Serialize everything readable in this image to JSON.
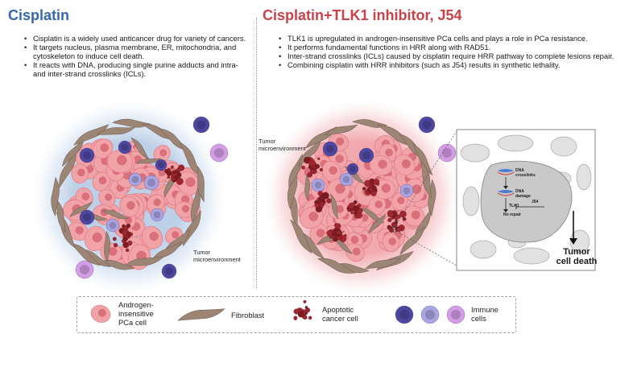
{
  "left_panel": {
    "title": "Cisplatin",
    "bullets": [
      "Cisplatin is a widely used anticancer drug for variety of cancers.",
      "It targets nucleus, plasma membrane, ER, mitochondria, and cytoskeleton to induce cell death.",
      "It reacts with DNA, producing single purine adducts and intra- and inter-strand crosslinks (ICLs)."
    ],
    "annotation": "Tumor\nmicroenvironment"
  },
  "right_panel": {
    "title": "Cisplatin+TLK1 inhibitor, J54",
    "bullets": [
      "TLK1 is upregulated in androgen-insensitive PCa cells and plays a role in PCa resistance.",
      "It performs fundamental functions in HRR along with RAD51.",
      "Inter-strand crosslinks (ICLs) caused by cisplatin require HRR pathway to complete lesions repair.",
      "Combining cisplatin with HRR inhibitors (such as J54) results in synthetic lethality."
    ],
    "annotation": "Tumor\nmicroenvironment",
    "inset": {
      "dna_crosslinks": "DNA\ncrosslinks",
      "dna_damage": "DNA\ndamage",
      "tlk1": "TLK1",
      "no_repair": "No repair",
      "j54": "J54",
      "outcome": "Tumor\ncell death"
    }
  },
  "legend": {
    "pca_cell": "Androgen-\ninsensitive\nPCa cell",
    "fibroblast": "Fibroblast",
    "apoptotic": "Apoptotic\ncancer cell",
    "immune": "Immune\ncells"
  },
  "colors": {
    "left_title": "#3567b0",
    "right_title": "#c9424a",
    "pca_cell": "#f2a3a8",
    "pca_nucleus": "#d9707a",
    "fibroblast": "#9c8575",
    "apoptotic": "#9e2730",
    "immune_dark": "#4d47a0",
    "immune_mid": "#a9a4e2",
    "immune_light": "#d59de6",
    "left_halo": "#c3d4ea",
    "right_halo": "#f2b4b8"
  }
}
